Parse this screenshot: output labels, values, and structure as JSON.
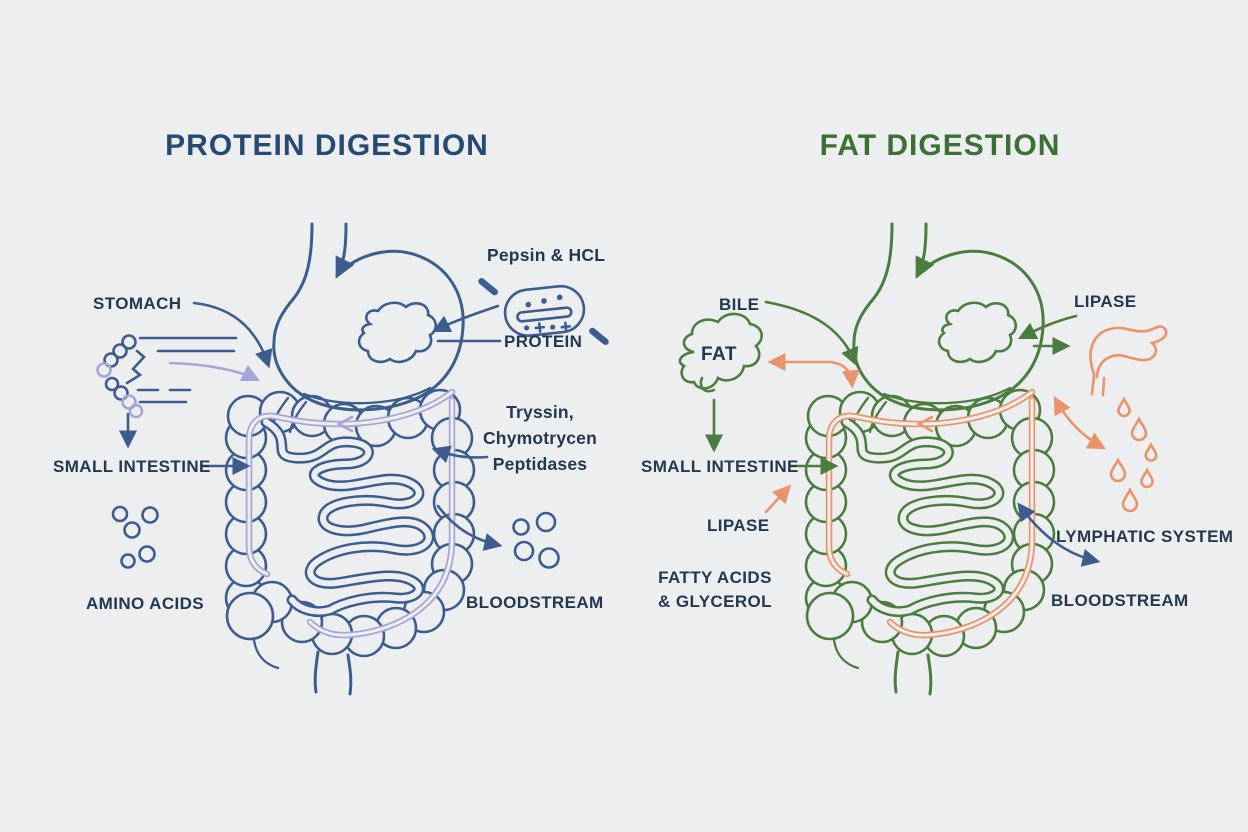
{
  "colors": {
    "bg": "#edeeef",
    "navy": "#3d5d8f",
    "purple": "#a8a4d6",
    "green": "#4b7d3f",
    "orange": "#e9946a",
    "title-navy": "#274a72",
    "title-green": "#3d7035",
    "label": "#24384f"
  },
  "protein_panel": {
    "title": "PROTEIN DIGESTION",
    "labels": {
      "stomach": "STOMACH",
      "pepsin": "Pepsin & HCL",
      "protein": "PROTEIN",
      "enzyme1": "Tryssin,",
      "enzyme2": "Chymotrycen",
      "enzyme3": "Peptidases",
      "small_intestine": "SMALL INTESTINE",
      "amino_acids": "AMINO ACIDS",
      "bloodstream": "BLOODSTREAM"
    },
    "icons": [
      "stomach-outline-icon",
      "colon-outline-icon",
      "small-intestine-icon",
      "digestion-path-tube-icon",
      "protein-blob-icon",
      "enzyme-capsule-icon",
      "protein-chain-icon",
      "amino-acid-circles-icon",
      "bloodstream-circles-icon"
    ]
  },
  "fat_panel": {
    "title": "FAT DIGESTION",
    "labels": {
      "bile": "BILE",
      "fat": "FAT",
      "lipase_top": "LIPASE",
      "small_intestine": "SMALL INTESTINE",
      "lipase_bottom": "LIPASE",
      "fatty1": "FATTY ACIDS",
      "fatty2": "& GLYCEROL",
      "lymphatic": "LYMPHATIC SYSTEM",
      "bloodstream": "BLOODSTREAM"
    },
    "icons": [
      "stomach-outline-icon",
      "colon-outline-icon",
      "small-intestine-icon",
      "digestion-path-tube-icon",
      "fat-blob-icon",
      "gallbladder-icon",
      "bile-droplets-icon"
    ]
  }
}
